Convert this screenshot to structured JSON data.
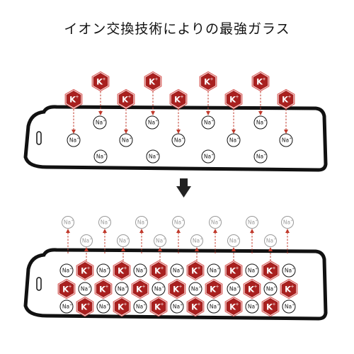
{
  "title": "イオン交換技術によりの最強ガラス",
  "labels": {
    "potassium": "K",
    "sodium": "Na",
    "charge": "+"
  },
  "colors": {
    "potassium": "#a8201f",
    "potassium_light": "#d9605d",
    "arrow": "#c0392b",
    "glass": "#111111",
    "sodium_faded": "#9a9a9a"
  },
  "icons": {
    "transition": "down-arrow-icon"
  }
}
